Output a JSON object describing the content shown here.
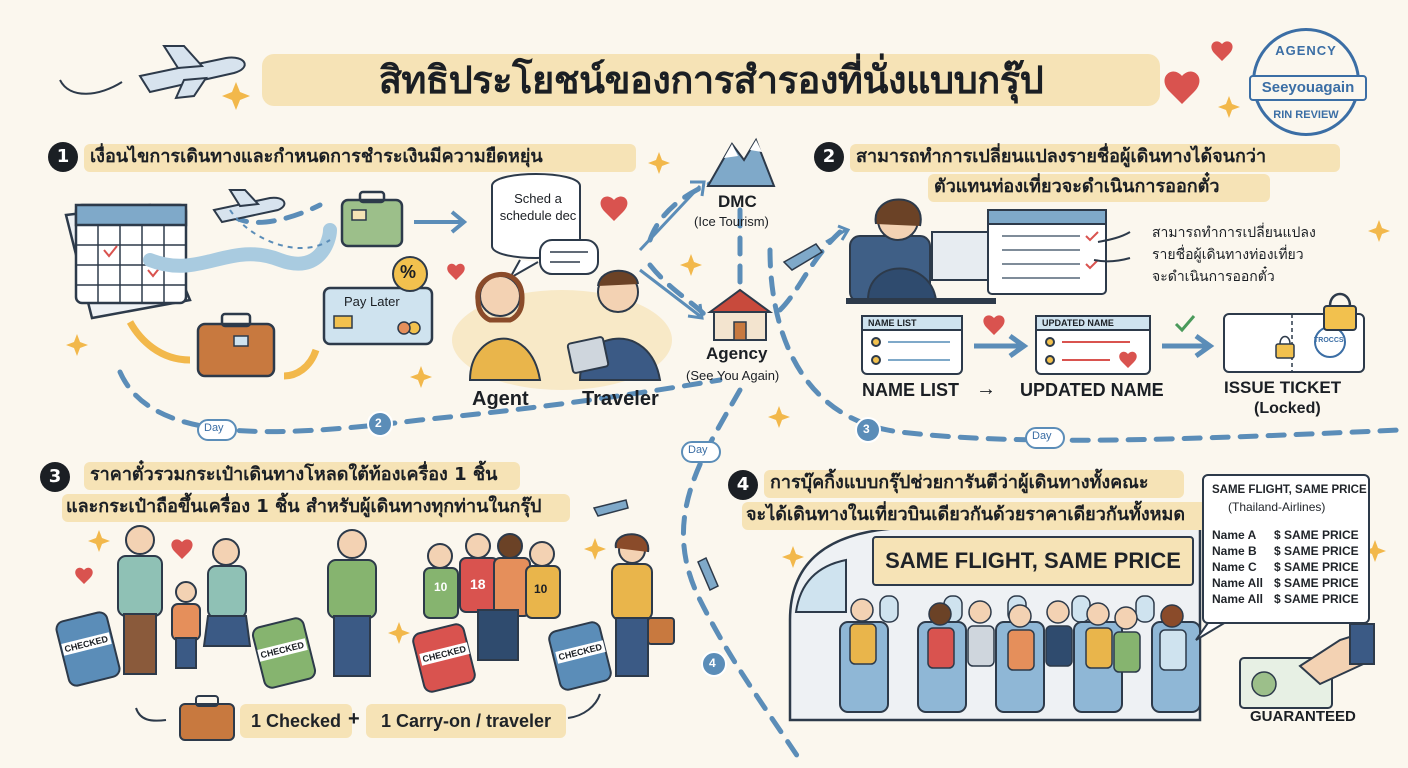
{
  "header": {
    "title": "สิทธิประโยชน์ของการสำรองที่นั่งแบบกรุ๊ป",
    "stamp": {
      "top": "AGENCY",
      "middle": "Seeyouagain",
      "bottom": "RIN REVIEW"
    }
  },
  "section1": {
    "number": "1",
    "heading": "เงื่อนไขการเดินทางและกำหนดการชำระเงินมีความยืดหยุ่น",
    "pay_later": "Pay Later",
    "percent": "%",
    "speech": "Sched a schedule dec",
    "agent": "Agent",
    "traveler": "Traveler"
  },
  "flow": {
    "dmc_title": "DMC",
    "dmc_sub": "(Ice Tourism)",
    "agency_title": "Agency",
    "agency_sub": "(See You Again)",
    "day_label": "Day",
    "step2": "2",
    "step3": "3",
    "step4": "4"
  },
  "section2": {
    "number": "2",
    "heading_line1": "สามารถทำการเปลี่ยนแปลงรายชื่อผู้เดินทางได้จนกว่า",
    "heading_line2": "ตัวแทนท่องเที่ยวจะดำเนินการออกตั๋ว",
    "note_line1": "สามารถทำการเปลี่ยนแปลง",
    "note_line2": "รายชื่อผู้เดินทางท่องเที่ยว",
    "note_line3": "จะดำเนินการออกตั๋ว",
    "card1_header": "NAME LIST",
    "card2_header": "UPDATED NAME",
    "caption1": "NAME LIST",
    "arrow": "→",
    "caption2": "UPDATED NAME",
    "caption3_line1": "ISSUE TICKET",
    "caption3_line2": "(Locked)",
    "ticket_stamp": "TROCCS"
  },
  "section3": {
    "number": "3",
    "heading_line1": "ราคาตั๋วรวมกระเป๋าเดินทางโหลดใต้ท้องเครื่อง 1 ชิ้น",
    "heading_line2": "และกระเป๋าถือขึ้นเครื่อง 1 ชิ้น สำหรับผู้เดินทางทุกท่านในกรุ๊ป",
    "tag1": "CHECKED",
    "tag2": "CHECKED",
    "tag3": "CHECKED",
    "tag4": "CHECKED",
    "jersey1": "10",
    "jersey2": "18",
    "jersey3": "10",
    "checked_label": "1 Checked",
    "plus": "+",
    "carry_label": "1 Carry-on / traveler"
  },
  "section4": {
    "number": "4",
    "heading_line1": "การบุ๊คกิ้งแบบกรุ๊ปช่วยการันตีว่าผู้เดินทางทั้งคณะ",
    "heading_line2": "จะได้เดินทางในเที่ยวบินเดียวกันด้วยราคาเดียวกันทั้งหมด",
    "banner": "SAME FLIGHT, SAME PRICE",
    "box_title": "SAME FLIGHT, SAME PRICE",
    "box_sub": "(Thailand-Airlines)",
    "rows": [
      {
        "name": "Name A",
        "price": "$ SAME PRICE"
      },
      {
        "name": "Name B",
        "price": "$ SAME PRICE"
      },
      {
        "name": "Name C",
        "price": "$ SAME PRICE"
      },
      {
        "name": "Name All",
        "price": "$ SAME PRICE"
      },
      {
        "name": "Name All",
        "price": "$ SAME PRICE"
      }
    ],
    "guaranteed": "GUARANTEED"
  },
  "colors": {
    "highlight": "#f6e3b6",
    "path": "#5b8db8",
    "ink": "#1b1f24",
    "accent_red": "#d9534f",
    "luggage": "#c8793f"
  }
}
